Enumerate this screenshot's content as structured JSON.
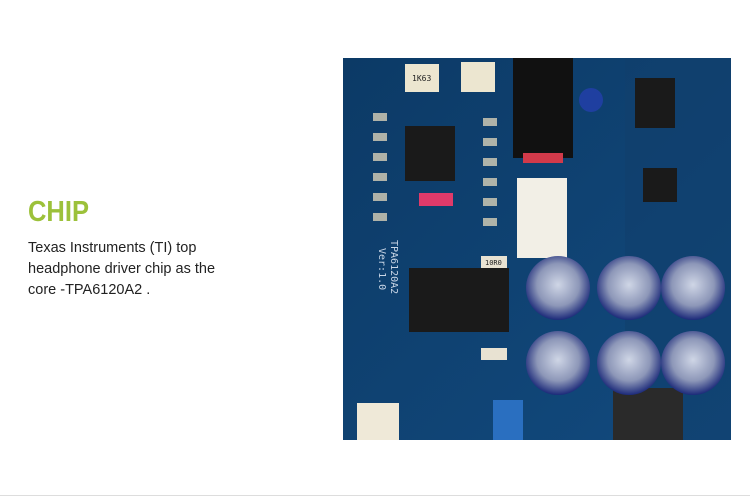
{
  "section": {
    "title": "CHIP",
    "description": "Texas Instruments (TI) top headphone driver chip as the core -TPA6120A2 ."
  },
  "photo": {
    "board_labels": [
      "TPA6120A2",
      "Ver:1.0",
      "1K63",
      "10R0"
    ]
  },
  "colors": {
    "accent": "#9cc13a",
    "pcb": "#0e3f6e"
  }
}
